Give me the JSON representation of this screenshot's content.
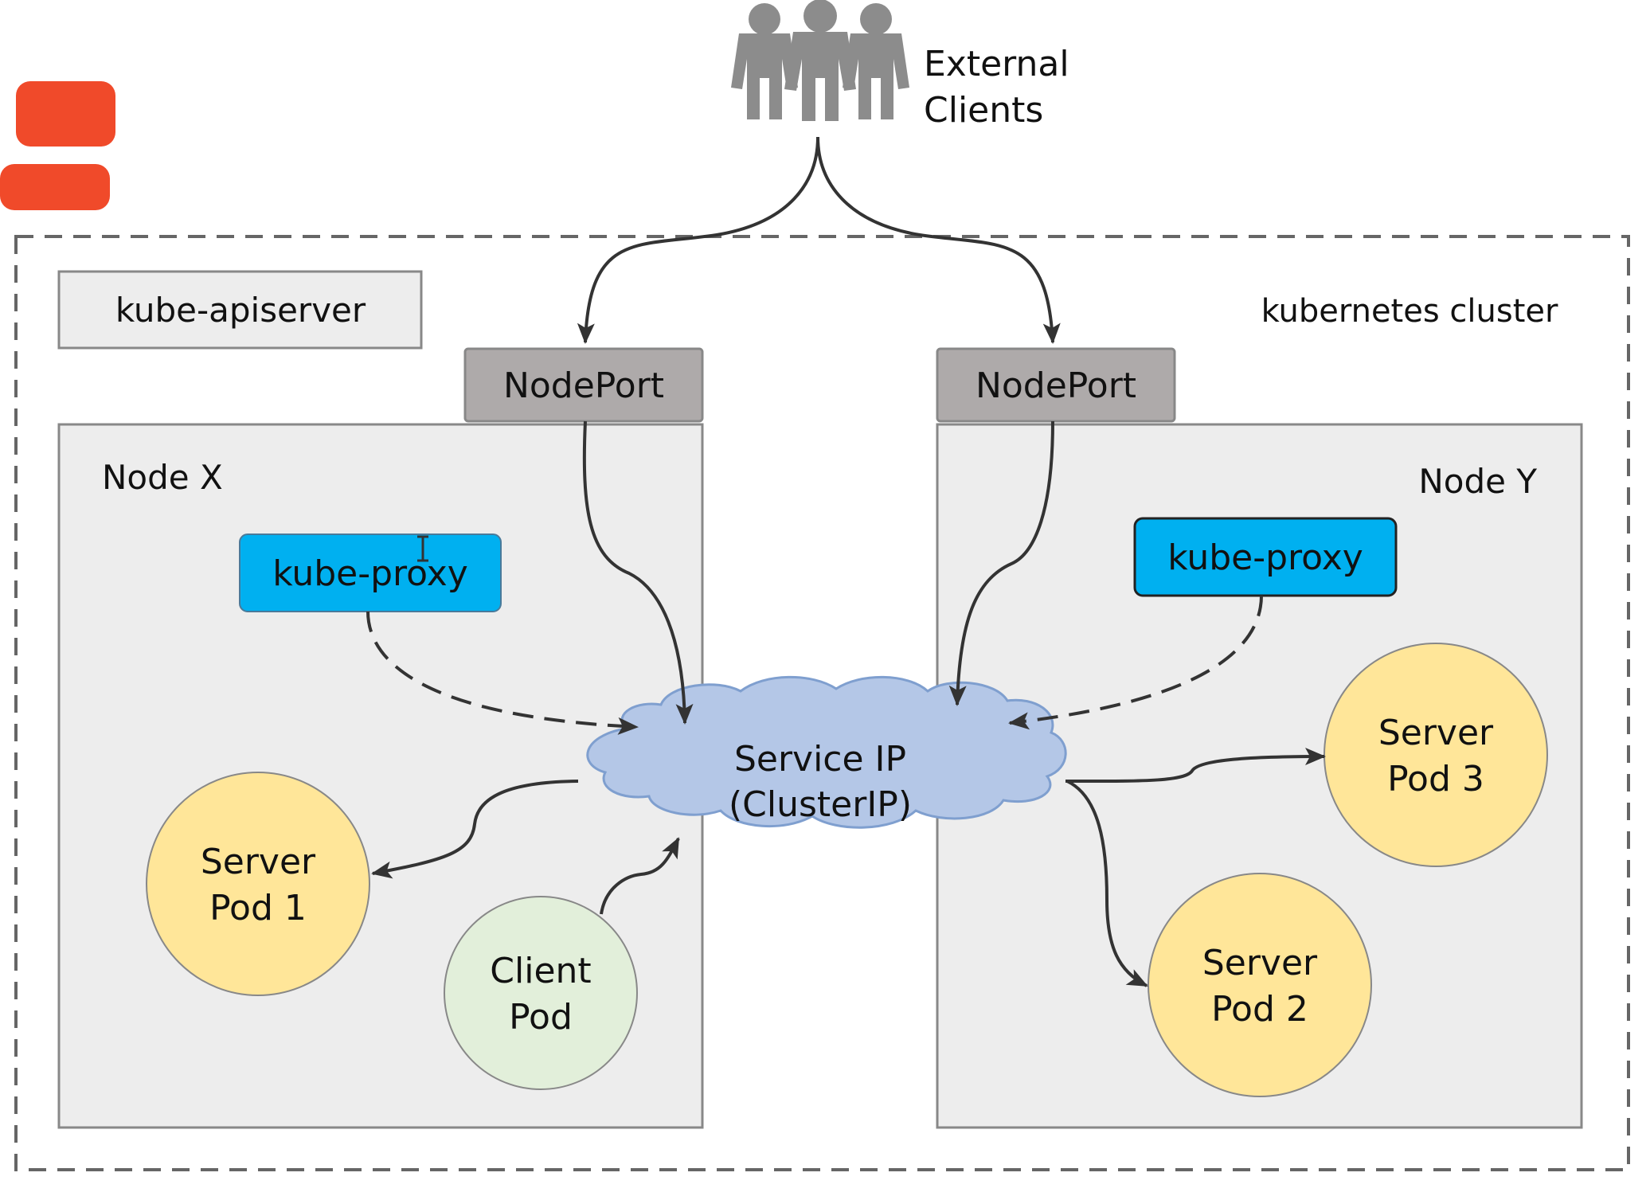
{
  "external_clients": {
    "line1": "External",
    "line2": "Clients"
  },
  "cluster": {
    "label": "kubernetes cluster"
  },
  "apiserver": {
    "label": "kube-apiserver"
  },
  "nodeport_left": {
    "label": "NodePort"
  },
  "nodeport_right": {
    "label": "NodePort"
  },
  "node_x": {
    "label": "Node X",
    "proxy_label": "kube-proxy"
  },
  "node_y": {
    "label": "Node Y",
    "proxy_label": "kube-proxy"
  },
  "service": {
    "line1": "Service IP",
    "line2": "(ClusterIP)"
  },
  "pods": {
    "server1": {
      "line1": "Server",
      "line2": "Pod 1"
    },
    "server2": {
      "line1": "Server",
      "line2": "Pod 2"
    },
    "server3": {
      "line1": "Server",
      "line2": "Pod 3"
    },
    "client": {
      "line1": "Client",
      "line2": "Pod"
    }
  },
  "colors": {
    "node_fill": "#ededed",
    "nodeport_fill": "#aeaaaa",
    "proxy_fill": "#00b0f0",
    "cloud_fill": "#b4c7e7",
    "server_pod_fill": "#ffe699",
    "client_pod_fill": "#e2efda",
    "arrow": "#333333",
    "redaction": "#f04a2a",
    "people_icon": "#8c8c8c"
  },
  "icons": {
    "clients": "people-group-icon"
  }
}
